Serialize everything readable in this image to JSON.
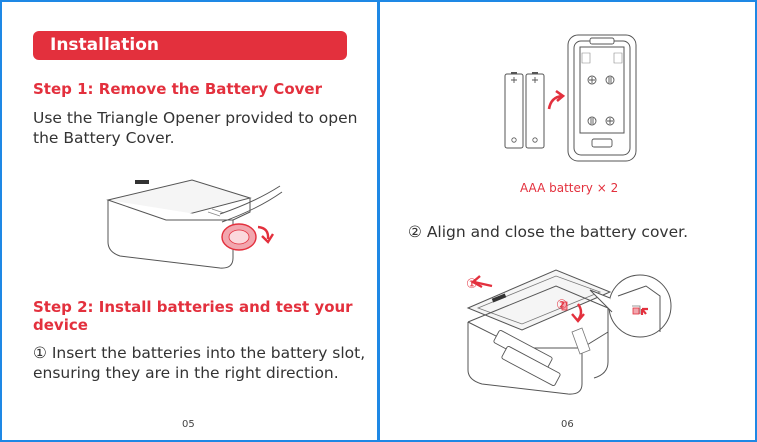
{
  "left_page": {
    "section_title": "Installation",
    "step1": {
      "title": "Step 1: Remove the Battery Cover",
      "text_line1": "Use the Triangle Opener provided to open",
      "text_line2": "the Battery Cover."
    },
    "step2": {
      "title_line1": "Step 2: Install batteries and test your",
      "title_line2": "device",
      "text_line1": "① Insert the batteries into the battery slot,",
      "text_line2": "ensuring they are in the right direction."
    },
    "page_number": "05"
  },
  "right_page": {
    "battery_caption": "AAA battery × 2",
    "step_text": "② Align and close the battery cover.",
    "marker1": "①",
    "marker2": "②",
    "page_number": "06"
  },
  "colors": {
    "accent": "#e3303d",
    "frame": "#1e88e5"
  }
}
